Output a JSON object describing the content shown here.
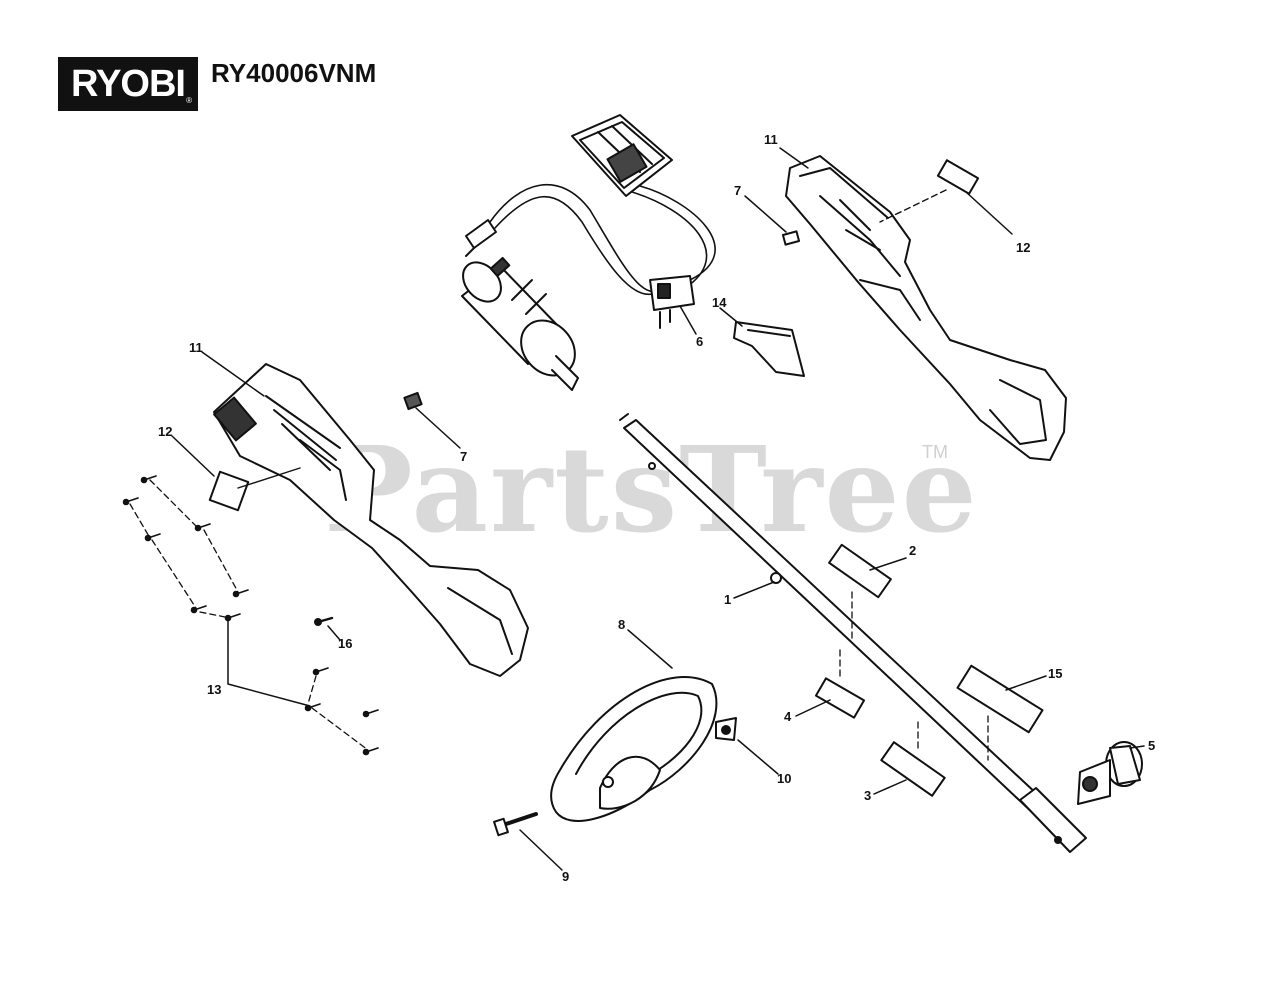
{
  "header": {
    "brand": "RYOBI",
    "brand_mark": "®",
    "model": "RY40006VNM"
  },
  "watermark": {
    "text": "PartsTree",
    "tm": "TM"
  },
  "callouts": [
    {
      "id": "c11a",
      "label": "11"
    },
    {
      "id": "c7a",
      "label": "7"
    },
    {
      "id": "c12a",
      "label": "12"
    },
    {
      "id": "c14",
      "label": "14"
    },
    {
      "id": "c6",
      "label": "6"
    },
    {
      "id": "c11b",
      "label": "11"
    },
    {
      "id": "c12b",
      "label": "12"
    },
    {
      "id": "c7b",
      "label": "7"
    },
    {
      "id": "c2",
      "label": "2"
    },
    {
      "id": "c1",
      "label": "1"
    },
    {
      "id": "c8",
      "label": "8"
    },
    {
      "id": "c16",
      "label": "16"
    },
    {
      "id": "c13",
      "label": "13"
    },
    {
      "id": "c15",
      "label": "15"
    },
    {
      "id": "c4",
      "label": "4"
    },
    {
      "id": "c10",
      "label": "10"
    },
    {
      "id": "c5",
      "label": "5"
    },
    {
      "id": "c3",
      "label": "3"
    },
    {
      "id": "c9",
      "label": "9"
    }
  ]
}
